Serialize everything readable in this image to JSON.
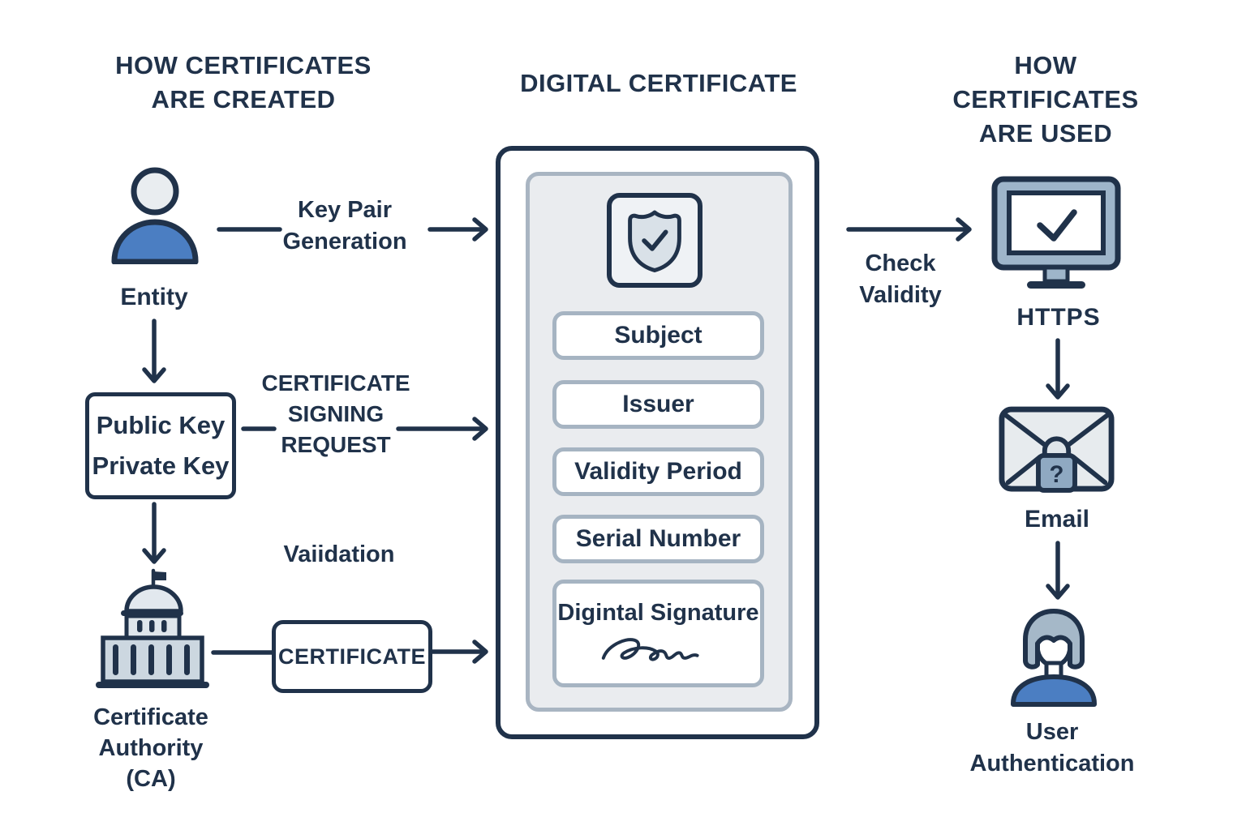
{
  "headers": {
    "left": "HOW CERTIFICATES\nARE CREATED",
    "center": "DIGITAL CERTIFICATE",
    "right": "HOW CERTIFICATES\nARE USED"
  },
  "created_flow": {
    "entity_label": "Entity",
    "keypair_label": "Key Pair\nGeneration",
    "keys_box_label": "Public Key\nPrivate Key",
    "csr_label": "CERTIFICATE\nSIGNING\nREQUEST",
    "validation_label": "Vaiidation",
    "ca_label": "Certificate\nAuthority\n(CA)",
    "certificate_box_label": "CERTIFICATE"
  },
  "certificate": {
    "fields": [
      "Subject",
      "Issuer",
      "Validity Period",
      "Serial Number"
    ],
    "signature_label": "Digintal Signature"
  },
  "used_flow": {
    "check_validity_label": "Check\nValidity",
    "https_label": "HTTPS",
    "email_label": "Email",
    "lock_glyph": "?",
    "user_label": "User\nAuthentication"
  },
  "colors": {
    "ink": "#20324a",
    "person_blue": "#4b7ec2",
    "light_gray": "#e9edf0",
    "steel_blue": "#9eb5ca",
    "panel_fill": "#eaecef",
    "panel_border": "#a9b5c2",
    "field_border": "#a6b4c2",
    "shield_fill": "#d9e1e8",
    "hair_gray": "#a5b8c8",
    "lock_fill": "#8fa9c2",
    "building_light": "#dfe6ec",
    "building_mid": "#ccd7e0"
  }
}
